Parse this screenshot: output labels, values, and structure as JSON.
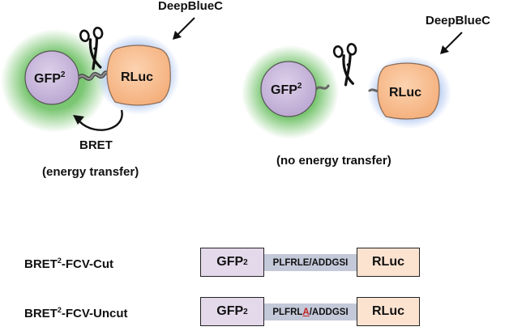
{
  "diagram": {
    "left_panel": {
      "gfp_label": "GFP",
      "gfp_sup": "2",
      "rluc_label": "RLuc",
      "substrate_label": "DeepBlueC",
      "bret_label": "BRET",
      "caption": "(energy transfer)"
    },
    "right_panel": {
      "gfp_label": "GFP",
      "gfp_sup": "2",
      "rluc_label": "RLuc",
      "substrate_label": "DeepBlueC",
      "caption": "(no energy transfer)"
    },
    "constructs": [
      {
        "name_prefix": "BRET",
        "name_sup": "2",
        "name_suffix": "-FCV-Cut",
        "gfp_label": "GFP",
        "gfp_sup": "2",
        "linker_before": "PLFRLE",
        "linker_mut": "",
        "linker_after": "/ADDGSI",
        "rluc_label": "RLuc"
      },
      {
        "name_prefix": "BRET",
        "name_sup": "2",
        "name_suffix": "-FCV-Uncut",
        "gfp_label": "GFP",
        "gfp_sup": "2",
        "linker_before": "PLFRL",
        "linker_mut": "A",
        "linker_after": "/ADDGSI",
        "rluc_label": "RLuc"
      }
    ],
    "colors": {
      "gfp_fill": "#c9b6da",
      "gfp_glow": "#6cc063",
      "rluc_fill": "#f8bf91",
      "rluc_glow": "#7fa4e8",
      "linker_bar": "#c4c9d9",
      "mutation": "#c42121"
    },
    "icons": [
      "scissors-icon",
      "arrow-icon",
      "curved-arrow-icon"
    ]
  }
}
